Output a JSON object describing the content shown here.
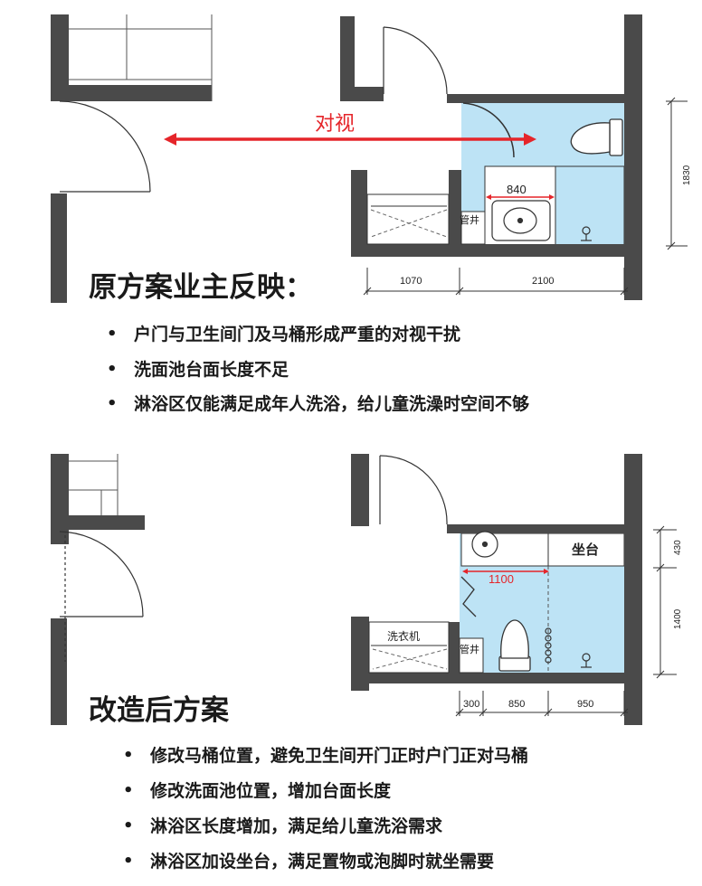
{
  "original": {
    "heading": "原方案业主反映：",
    "bullets": [
      "户门与卫生间门及马桶形成严重的对视干扰",
      "洗面池台面长度不足",
      "淋浴区仅能满足成年人洗浴，给儿童洗澡时空间不够"
    ],
    "plan": {
      "sightline_label": "对视",
      "sink_width": "840",
      "shaft_label": "管井",
      "dim_height": "1830",
      "dims_bottom": [
        "1070",
        "2100"
      ]
    }
  },
  "revised": {
    "heading": "改造后方案",
    "bullets": [
      "修改马桶位置，避免卫生间开门正时户门正对马桶",
      "修改洗面池位置，增加台面长度",
      "淋浴区长度增加，满足给儿童洗浴需求",
      "淋浴区加设坐台，满足置物或泡脚时就坐需要"
    ],
    "plan": {
      "seat_label": "坐台",
      "washer_label": "洗衣机",
      "shaft_label": "管井",
      "sink_width": "1100",
      "dims_right": [
        "430",
        "1400"
      ],
      "dims_bottom": [
        "300",
        "850",
        "950"
      ]
    }
  },
  "colors": {
    "wall": "#4a4a4a",
    "bath_fill": "#bde3f5",
    "highlight_red": "#e5252a",
    "line": "#333333"
  },
  "bullet_glyph": "•"
}
